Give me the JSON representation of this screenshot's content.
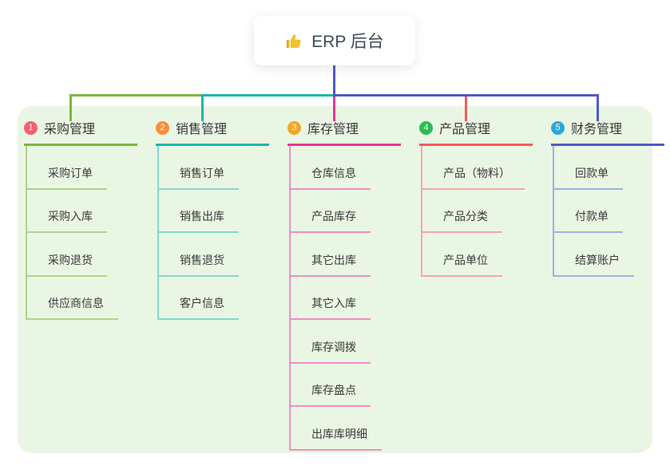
{
  "root": {
    "label": "ERP 后台",
    "icon": "thumbs-up-icon",
    "icon_color": "#f4c02c",
    "connector_color": "#4d5bc7"
  },
  "panel_color": "#e9f6e3",
  "branches": [
    {
      "index": "1",
      "label": "采购管理",
      "badge_color": "#f5606d",
      "line_color": "#7cb93d",
      "child_line_color": "#aed489",
      "children": [
        "采购订单",
        "采购入库",
        "采购退货",
        "供应商信息"
      ]
    },
    {
      "index": "2",
      "label": "销售管理",
      "badge_color": "#f78e3d",
      "line_color": "#14b8ab",
      "child_line_color": "#87d7cf",
      "children": [
        "销售订单",
        "销售出库",
        "销售退货",
        "客户信息"
      ]
    },
    {
      "index": "3",
      "label": "库存管理",
      "badge_color": "#f6a523",
      "line_color": "#e13a92",
      "child_line_color": "#f08cc5",
      "children": [
        "仓库信息",
        "产品库存",
        "其它出库",
        "其它入库",
        "库存调拨",
        "库存盘点",
        "出库库明细"
      ]
    },
    {
      "index": "4",
      "label": "产品管理",
      "badge_color": "#2cbc55",
      "line_color": "#f45b5b",
      "child_line_color": "#f8a6a6",
      "children": [
        "产品（物料）",
        "产品分类",
        "产品单位"
      ]
    },
    {
      "index": "5",
      "label": "财务管理",
      "badge_color": "#2aa7e0",
      "line_color": "#4d5bc7",
      "child_line_color": "#9fb0e5",
      "children": [
        "回款单",
        "付款单",
        "结算账户"
      ]
    }
  ]
}
